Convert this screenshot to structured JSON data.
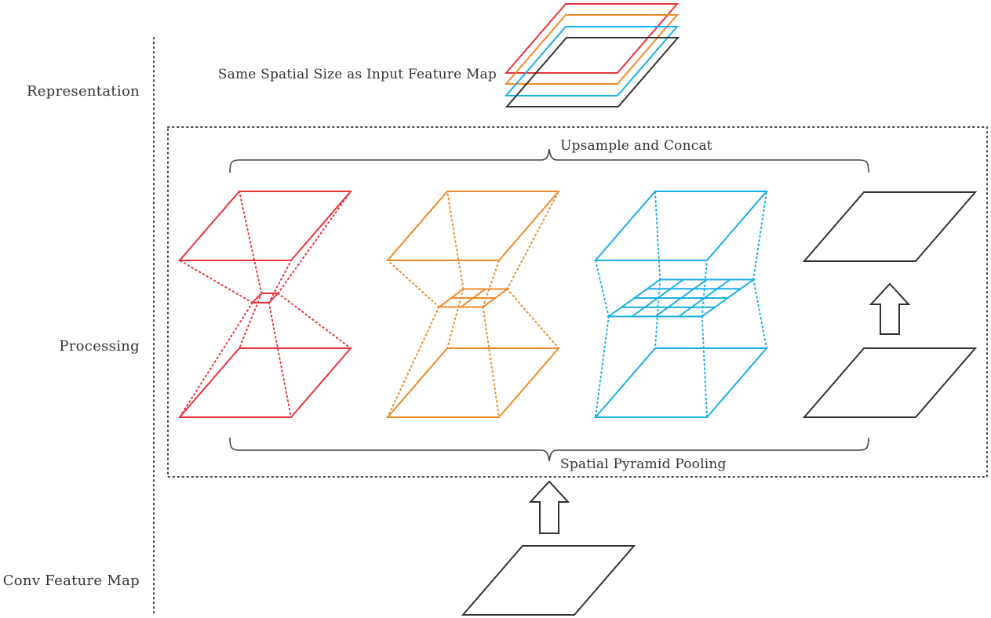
{
  "labels": {
    "representation": "Representation",
    "processing": "Processing",
    "conv_feature_map": "Conv Feature Map"
  },
  "annotations": {
    "same_size": "Same Spatial Size as Input Feature Map",
    "upsample": "Upsample and Concat",
    "pooling": "Spatial Pyramid Pooling"
  },
  "colors": {
    "red": "#e8333c",
    "orange": "#f08a2c",
    "blue": "#1aaee6",
    "dark": "#333333"
  },
  "pooling_bins": [
    1,
    2,
    4
  ]
}
